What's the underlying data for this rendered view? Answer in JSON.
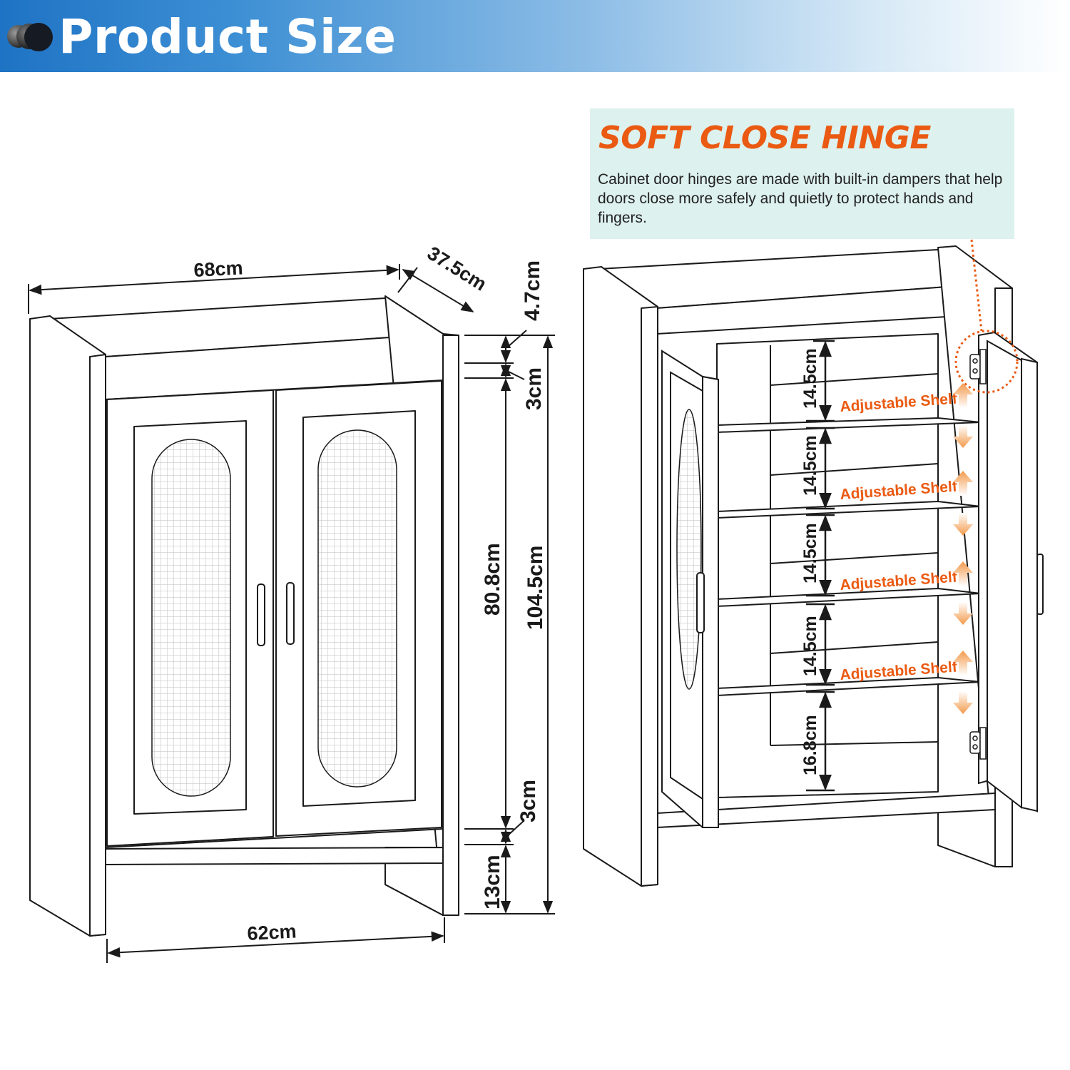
{
  "header": {
    "title": "Product Size",
    "icon": "spheres-icon"
  },
  "callout": {
    "title": "SOFT CLOSE HINGE",
    "text": "Cabinet door hinges are made with built-in dampers that help doors close more safely and quietly to protect hands and fingers."
  },
  "left_dims": {
    "width_top": "68cm",
    "depth": "37.5cm",
    "top_board": "4.7cm",
    "top_gap": "3cm",
    "door_height": "80.8cm",
    "total_height": "104.5cm",
    "bottom_gap": "3cm",
    "leg_height": "13cm",
    "width_bottom": "62cm"
  },
  "right_dims": {
    "shelf_gaps": [
      "14.5cm",
      "14.5cm",
      "14.5cm",
      "14.5cm",
      "16.8cm"
    ],
    "shelf_label": "Adjustable Shelf"
  },
  "colors": {
    "accent": "#ea5a12",
    "callout_bg": "#ddf1ee",
    "header": "#1f73c4",
    "line": "#1a1a1a",
    "arrow": "#f7a35c"
  }
}
